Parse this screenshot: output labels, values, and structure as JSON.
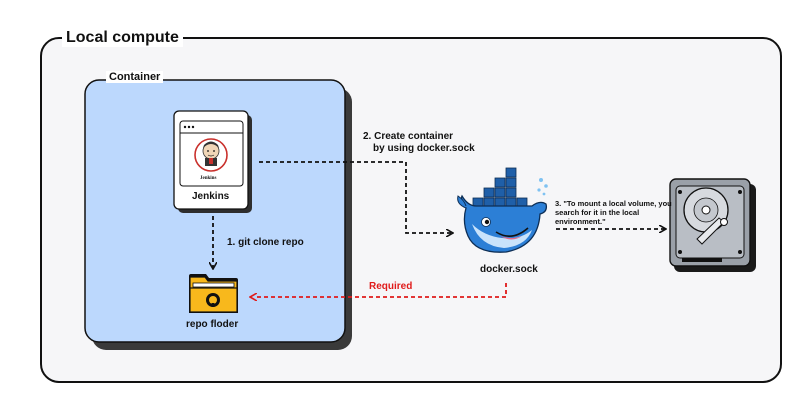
{
  "outer_box": {
    "title": "Local compute"
  },
  "container_box": {
    "title": "Container"
  },
  "jenkins": {
    "label": "Jenkins",
    "logo_text": "Jenkins"
  },
  "repo_folder": {
    "label": "repo floder"
  },
  "docker": {
    "label": "docker.sock"
  },
  "steps": {
    "step1": "1. git clone repo",
    "step2_line1": "2. Create container",
    "step2_line2": "by using docker.sock",
    "step3": "3. \"To mount a local volume, you search for it in the local environment.\""
  },
  "required_label": "Required",
  "colors": {
    "outer_fill": "#f6f6f8",
    "container_fill": "#bcd8fd",
    "required_arrow": "#e01b1b",
    "folder": "#f8b81c",
    "whale": "#2c7fd6"
  },
  "icons": [
    "jenkins-icon",
    "folder-github-icon",
    "docker-whale-icon",
    "hard-drive-icon"
  ]
}
